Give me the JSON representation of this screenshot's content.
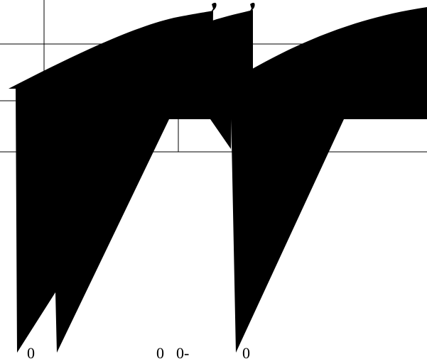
{
  "colors": {
    "background": "#ffffff",
    "ink": "#000000"
  },
  "labels": {
    "zero_1": "0",
    "zero_2": "0",
    "zero_dash": "0-",
    "zero_3": "0"
  }
}
